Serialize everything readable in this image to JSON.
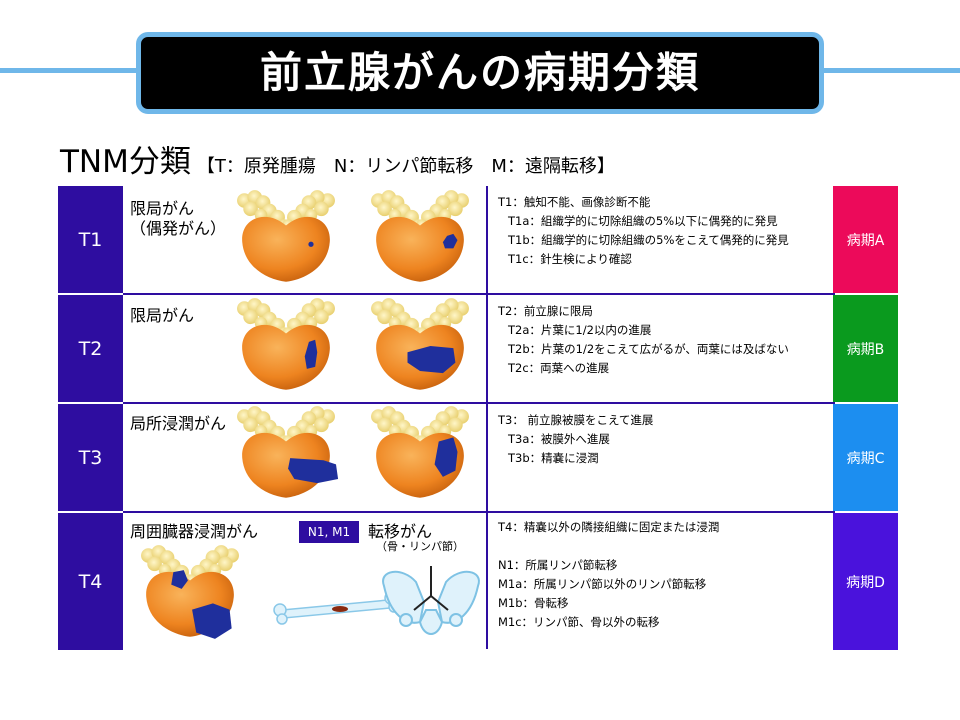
{
  "title": "前立腺がんの病期分類",
  "subtitle": {
    "main": "TNM分類",
    "legend": "【T：原発腫瘍　N：リンパ節転移　M：遠隔転移】"
  },
  "colors": {
    "row_label": "#2e0da0",
    "title_border": "#6fb7e9",
    "prostate": "#f08a24",
    "seminal_vesicle": "#f0dc8a",
    "tumor": "#1f2f9c",
    "stage_a": "#ec0a5a",
    "stage_b": "#0a9a1e",
    "stage_c": "#1c8ef0",
    "stage_d": "#4a12dc"
  },
  "icons": [
    "prostate-icon",
    "tumor-icon",
    "bone-icon",
    "pelvis-icon"
  ],
  "rows": [
    {
      "label": "T1",
      "description": "限局がん\n（偶発がん）",
      "notes": [
        "T1：触知不能、画像診断不能",
        "T1a：組織学的に切除組織の5%以下に偶発的に発見",
        "T1b：組織学的に切除組織の5%をこえて偶発的に発見",
        "T1c：針生検により確認"
      ],
      "stage": "病期A"
    },
    {
      "label": "T2",
      "description": "限局がん",
      "notes": [
        "T2：前立腺に限局",
        "T2a：片葉に1/2以内の進展",
        "T2b：片葉の1/2をこえて広がるが、両葉には及ばない",
        "T2c：両葉への進展"
      ],
      "stage": "病期B"
    },
    {
      "label": "T3",
      "description": "局所浸潤がん",
      "notes": [
        "T3： 前立腺被膜をこえて進展",
        "T3a：被膜外へ進展",
        "T3b：精嚢に浸潤"
      ],
      "stage": "病期C"
    },
    {
      "label": "T4",
      "description": "周囲臓器浸潤がん",
      "badge": "N1, M1",
      "metastasis": "転移がん",
      "metastasis_sub": "（骨・リンパ節）",
      "notes": [
        "T4：精嚢以外の隣接組織に固定または浸潤",
        "",
        "N1：所属リンパ節転移",
        "M1a：所属リンパ節以外のリンパ節転移",
        "M1b：骨転移",
        "M1c：リンパ節、骨以外の転移"
      ],
      "stage": "病期D"
    }
  ]
}
